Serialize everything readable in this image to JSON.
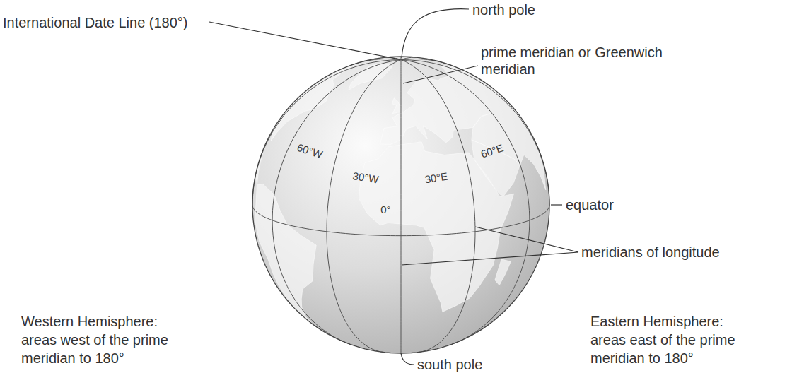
{
  "diagram": {
    "labels": [
      "north pole",
      "International Date Line (180°)",
      "prime meridian or Greenwich meridian",
      "60°W",
      "30°W",
      "0°",
      "30°E",
      "60°E",
      "equator",
      "meridians of longitude",
      "Western Hemisphere: areas west of the prime meridian to 180°",
      "south pole",
      "Eastern Hemisphere: areas east of the prime meridian to 180°"
    ]
  }
}
